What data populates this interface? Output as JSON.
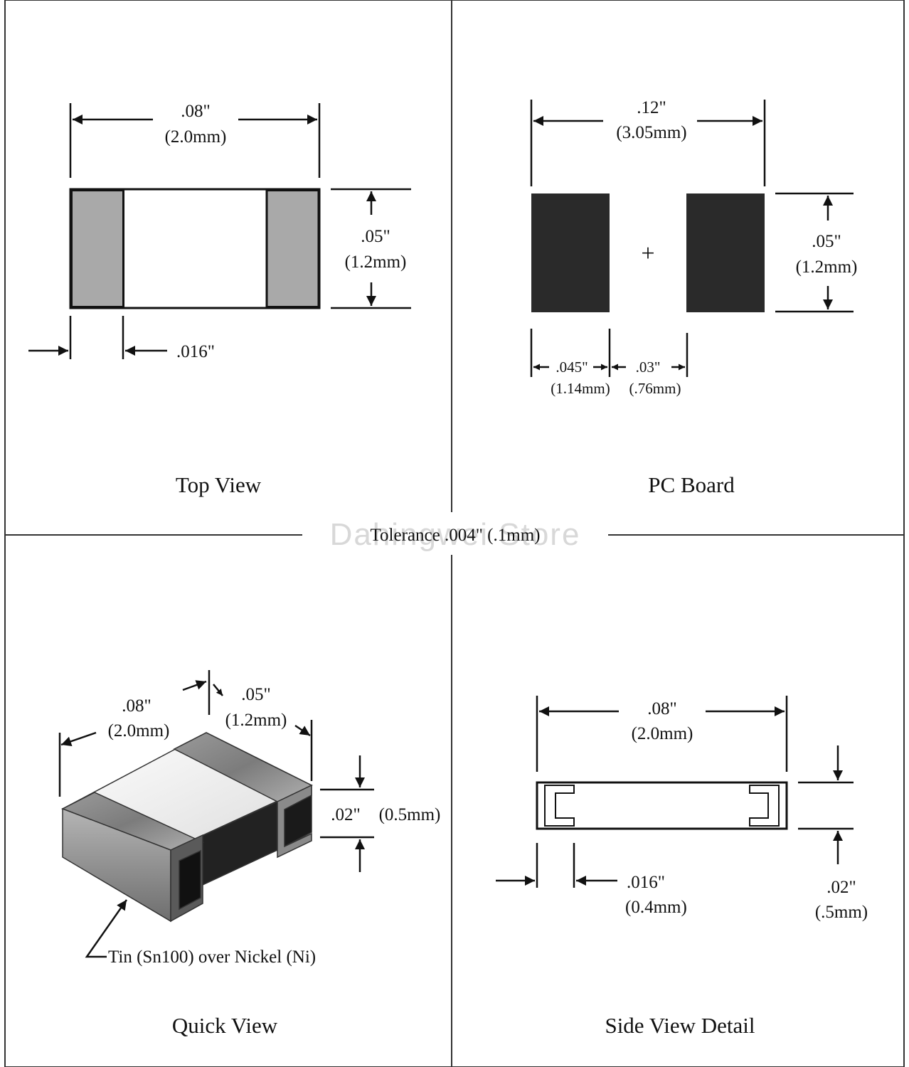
{
  "colors": {
    "ink": "#111111",
    "terminal": "#a9a9a9",
    "pad": "#2a2a2a"
  },
  "watermark": "Dahingwei Store",
  "tolerance": "Tolerance .004\" (.1mm)",
  "top_view": {
    "title": "Top View",
    "length_in": ".08\"",
    "length_mm": "(2.0mm)",
    "width_in": ".05\"",
    "width_mm": "(1.2mm)",
    "terminal_in": ".016\""
  },
  "pc_board": {
    "title": "PC Board",
    "span_in": ".12\"",
    "span_mm": "(3.05mm)",
    "height_in": ".05\"",
    "height_mm": "(1.2mm)",
    "pad_in": ".045\"",
    "pad_mm": "(1.14mm)",
    "gap_in": ".03\"",
    "gap_mm": "(.76mm)",
    "center_mark": "+"
  },
  "quick_view": {
    "title": "Quick View",
    "length_in": ".08\"",
    "length_mm": "(2.0mm)",
    "width_in": ".05\"",
    "width_mm": "(1.2mm)",
    "thickness_in": ".02\"",
    "thickness_mm": "(0.5mm)",
    "plating_note": "Tin (Sn100) over Nickel (Ni)"
  },
  "side_view": {
    "title": "Side View Detail",
    "length_in": ".08\"",
    "length_mm": "(2.0mm)",
    "terminal_in": ".016\"",
    "terminal_mm": "(0.4mm)",
    "thickness_in": ".02\"",
    "thickness_mm": "(.5mm)"
  }
}
